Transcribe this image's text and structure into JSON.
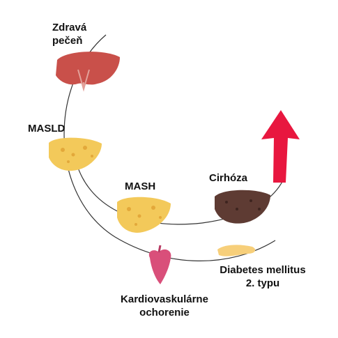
{
  "labels": {
    "healthy_liver_line1": "Zdravá",
    "healthy_liver_line2": "pečeň",
    "masld": "MASLD",
    "mash": "MASH",
    "cirrhosis": "Cirhóza",
    "diabetes_line1": "Diabetes mellitus",
    "diabetes_line2": "2. typu",
    "cardio_line1": "Kardiovaskulárne",
    "cardio_line2": "ochorenie"
  },
  "colors": {
    "healthy_liver": "#c9504a",
    "fatty_liver": "#f3c95a",
    "cirrhotic_liver": "#5e3b33",
    "arrow": "#e8173f",
    "heart": "#d94f7a",
    "pancreas": "#f7cf7a",
    "arc": "#333333"
  },
  "icons": [
    "healthy-liver-icon",
    "masld-liver-icon",
    "mash-liver-icon",
    "cirrhosis-liver-icon",
    "up-arrow-icon",
    "heart-icon",
    "pancreas-icon"
  ]
}
